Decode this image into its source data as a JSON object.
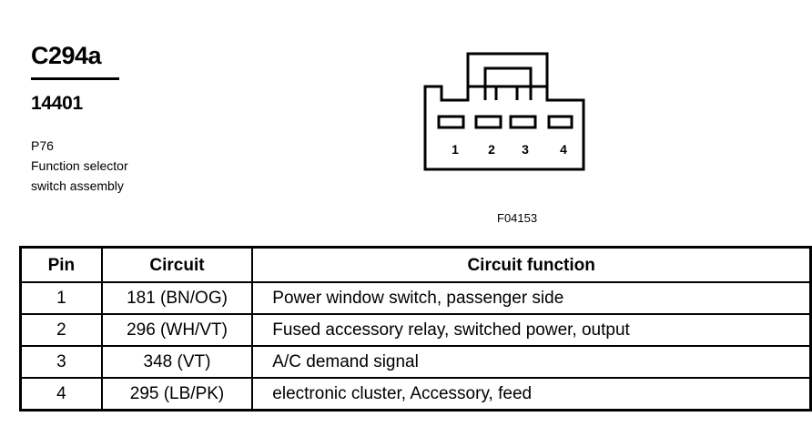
{
  "header": {
    "connector_code": "C294a",
    "part_number": "14401",
    "component_code": "P76",
    "description_lines": [
      "Function selector",
      "switch assembly"
    ]
  },
  "figure": {
    "id": "F04153",
    "pin_labels": [
      "1",
      "2",
      "3",
      "4"
    ]
  },
  "table": {
    "columns": [
      "Pin",
      "Circuit",
      "Circuit function"
    ],
    "rows": [
      {
        "pin": "1",
        "circuit": "181 (BN/OG)",
        "function": "Power window switch, passenger side"
      },
      {
        "pin": "2",
        "circuit": "296 (WH/VT)",
        "function": "Fused accessory relay, switched power, output"
      },
      {
        "pin": "3",
        "circuit": "348 (VT)",
        "function": "A/C demand signal"
      },
      {
        "pin": "4",
        "circuit": "295 (LB/PK)",
        "function": "electronic cluster, Accessory, feed"
      }
    ]
  }
}
